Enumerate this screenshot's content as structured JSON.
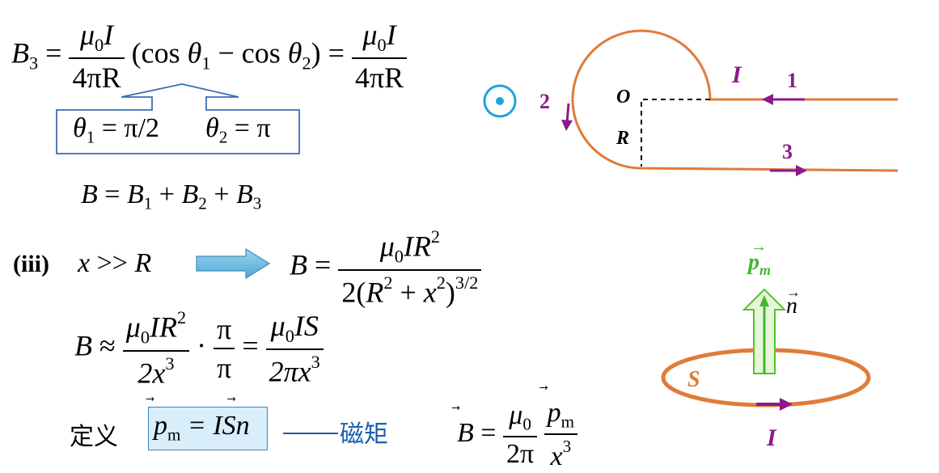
{
  "eq_b3": {
    "lhs": "B",
    "lhs_sub": "3",
    "equals": "=",
    "mu": "μ",
    "mu_sub": "0",
    "current": "I",
    "den_1": "4πR",
    "paren_open": "(cos",
    "theta": "θ",
    "theta1_sub": "1",
    "minus": "− cos",
    "theta2_sub": "2",
    "paren_close": ")",
    "den_2": "4πR"
  },
  "theta_box": {
    "theta": "θ",
    "theta1_sub": "1",
    "theta1_val": "= π/2",
    "theta2_sub": "2",
    "theta2_val": "= π"
  },
  "eq_sum": {
    "b": "B",
    "eq": "=",
    "b1": "B",
    "s1": "1",
    "plus1": "+",
    "b2": "B",
    "s2": "2",
    "plus2": "+",
    "b3": "B",
    "s3": "3"
  },
  "case_iii": {
    "label": "(iii)",
    "cond_x": "x",
    "cond_rel": ">>",
    "cond_r": "R"
  },
  "eq_loop": {
    "b": "B",
    "eq": "=",
    "num_mu": "μ",
    "num_mu_sub": "0",
    "num_ir": "IR",
    "num_sq": "2",
    "den_pre": "2(",
    "den_r": "R",
    "den_r_sq": "2",
    "den_plus": "+",
    "den_x": "x",
    "den_x_sq": "2",
    "den_close": ")",
    "den_pow": "3/2"
  },
  "eq_approx": {
    "b": "B",
    "approx": "≈",
    "f1_mu": "μ",
    "f1_mu_sub": "0",
    "f1_ir": "IR",
    "f1_sq": "2",
    "f1_den": "2x",
    "f1_den_cube": "3",
    "dot": "·",
    "f2_num": "π",
    "f2_den": "π",
    "eq": "=",
    "f3_mu": "μ",
    "f3_mu_sub": "0",
    "f3_is": "IS",
    "f3_den": "2πx",
    "f3_den_cube": "3"
  },
  "definition": {
    "label": "定义",
    "p": "p",
    "p_sub": "m",
    "eq": "= IS",
    "n": "n",
    "dash": "——",
    "term": "磁矩"
  },
  "eq_dipole": {
    "b": "B",
    "eq": "=",
    "f1_mu": "μ",
    "f1_mu_sub": "0",
    "f1_den": "2π",
    "f2_p": "p",
    "f2_p_sub": "m",
    "f2_den": "x",
    "f2_den_cube": "3"
  },
  "wire_diagram": {
    "label_O": "O",
    "label_R": "R",
    "label_I": "I",
    "label_1": "1",
    "label_2": "2",
    "label_3": "3",
    "colors": {
      "wire": "#e07b39",
      "arrow": "#8b1a8b",
      "dot_ring": "#1fa3dc"
    }
  },
  "loop_diagram": {
    "label_pm": "p",
    "label_pm_sub": "m",
    "label_n": "n",
    "label_S": "S",
    "label_I": "I",
    "colors": {
      "loop": "#e07b39",
      "arrow_fill": "#e6f7d9",
      "arrow_stroke": "#55c12c",
      "pm": "#3fb82c",
      "current": "#8b1a8b"
    }
  }
}
